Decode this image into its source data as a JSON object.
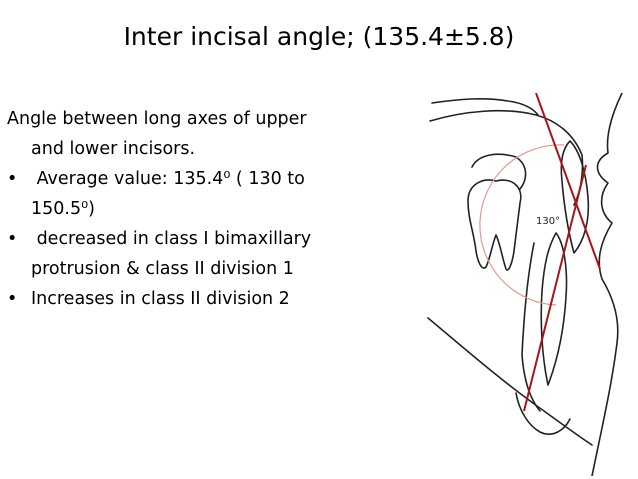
{
  "slide": {
    "title": "Inter incisal angle; (135.4±5.8)",
    "intro_line1": "Angle between long axes of upper",
    "intro_line2": "and lower incisors.",
    "bullet_symbol": "•",
    "bullets": [
      {
        "line1": " Average value: 135.4⁰ ( 130 to",
        "line2": "150.5⁰)"
      },
      {
        "line1": " decreased in class I bimaxillary",
        "line2": "protrusion & class II division 1"
      },
      {
        "line1": "Increases  in class II division 2",
        "line2": ""
      }
    ]
  },
  "figure": {
    "angle_label": "130°",
    "colors": {
      "axis_line": "#a8141a",
      "arc": "#e39a8e",
      "outline": "#222222"
    },
    "icon": "cephalometric-tracing"
  }
}
